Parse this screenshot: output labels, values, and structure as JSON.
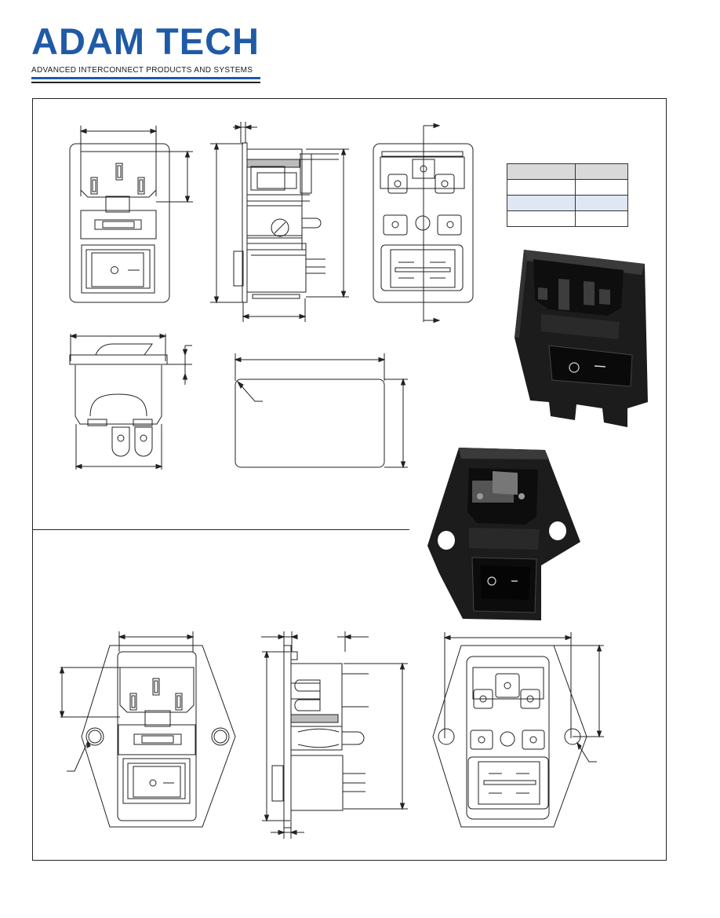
{
  "brand": {
    "name": "ADAM TECH",
    "tagline": "ADVANCED INTERCONNECT PRODUCTS AND SYSTEMS",
    "color": "#1f5aa6"
  },
  "spec_table": {
    "rows": [
      [
        "",
        ""
      ],
      [
        "",
        ""
      ],
      [
        "",
        ""
      ],
      [
        "",
        ""
      ]
    ]
  },
  "icons": [
    "ac-inlet-drawing",
    "rocker-switch-icon",
    "fuse-holder-icon",
    "mounting-hole-icon"
  ]
}
